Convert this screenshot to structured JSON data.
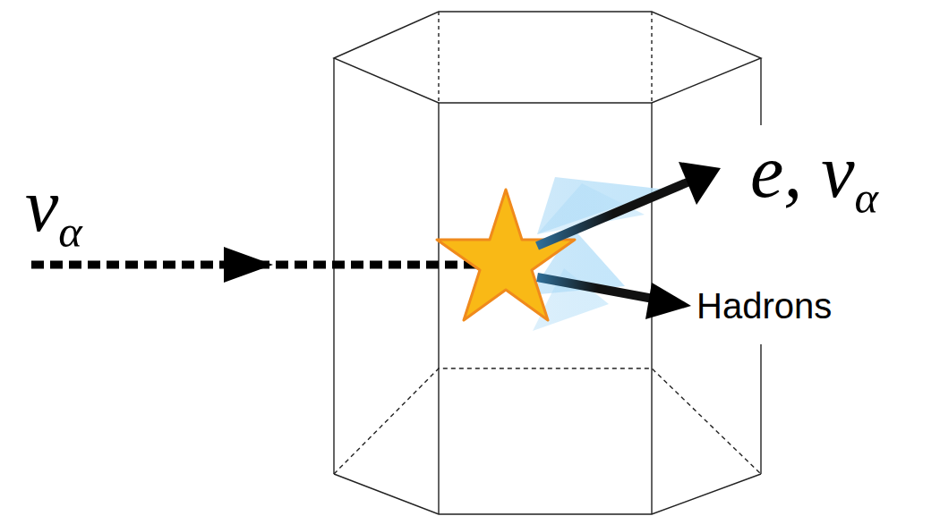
{
  "diagram": {
    "labels": [
      "να",
      "e, να",
      "Hadrons"
    ]
  }
}
